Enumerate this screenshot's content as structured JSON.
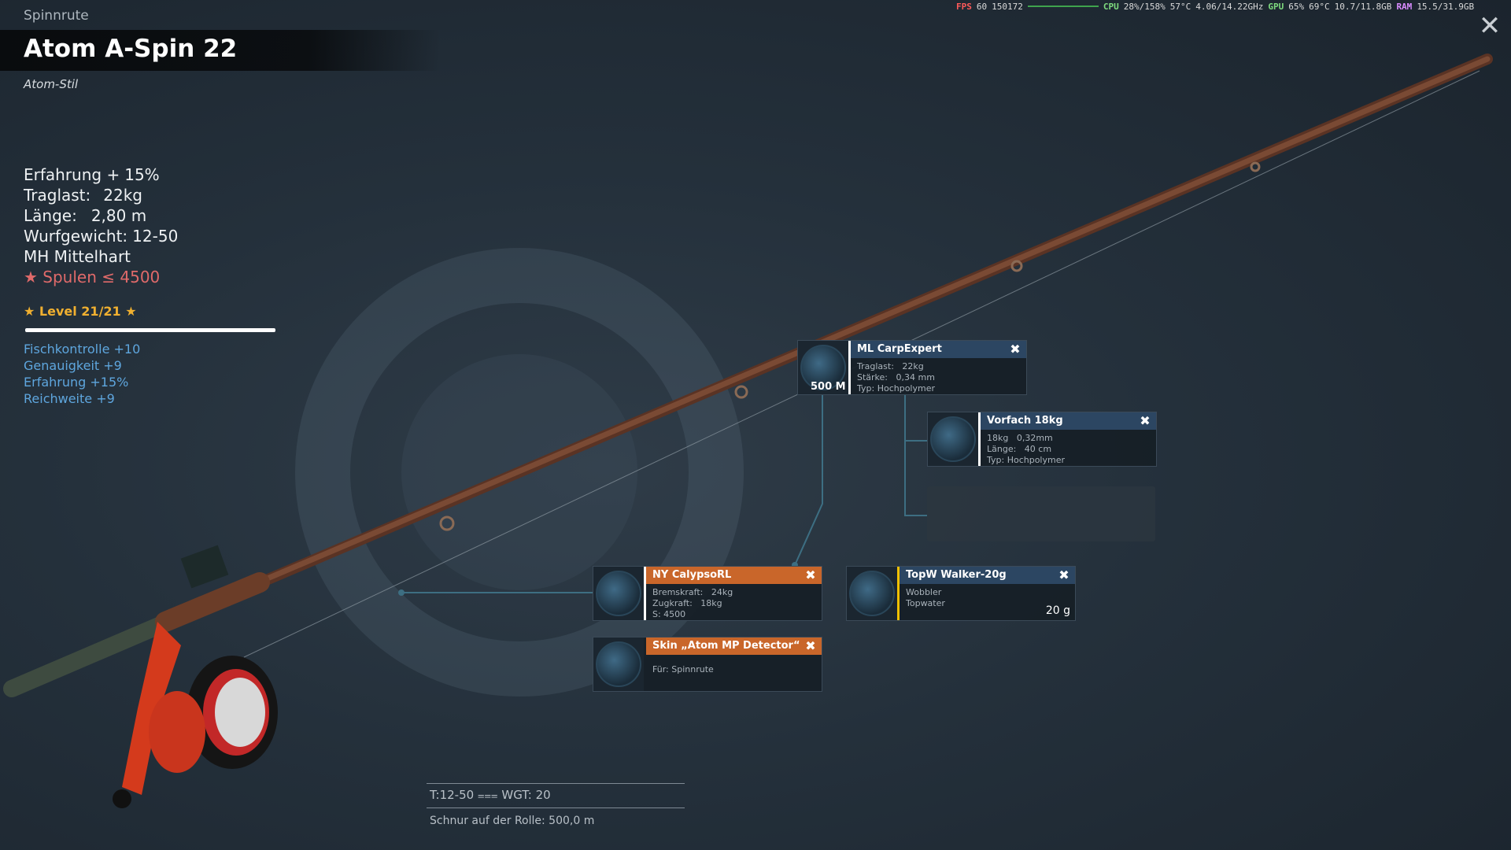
{
  "header": {
    "category": "Spinnrute",
    "title": "Atom A-Spin 22",
    "subtitle": "Atom-Stil",
    "close_icon": "close-icon"
  },
  "perf_overlay": {
    "fps_label": "FPS",
    "fps": "60",
    "frametime": "150172",
    "cpu_label": "CPU",
    "cpu": "28%/158%",
    "cpu_temp": "57°C",
    "cpu_clock": "4.06/14.22GHz",
    "gpu_label": "GPU",
    "gpu": "65%",
    "gpu_temp": "69°C",
    "vram": "10.7/11.8GB",
    "ram_label": "RAM",
    "ram": "15.5/31.9GB"
  },
  "stats": {
    "experience_label": "Erfahrung +",
    "experience_value": "15%",
    "load_label": "Traglast:",
    "load_value": "22kg",
    "length_label": "Länge:",
    "length_value": "2,80 m",
    "cast_label": "Wurfgewicht:",
    "cast_value": "12-50",
    "action": "MH Mittelhart",
    "spool_restriction": "★ Spulen ≤ 4500"
  },
  "level": {
    "label": "★ Level 21/21 ★",
    "progress": 1.0
  },
  "bonuses": [
    "Fischkontrolle +10",
    "Genauigkeit +9",
    "Erfahrung +15%",
    "Reichweite +9"
  ],
  "slots": {
    "line": {
      "name": "ML CarpExpert",
      "details": "Traglast:   22kg\nStärke:   0,34 mm\nTyp: Hochpolymer",
      "quantity": "500 M",
      "icon": "line-spool-icon"
    },
    "leader": {
      "name": "Vorfach 18kg",
      "details": "18kg   0,32mm\nLänge:   40 cm\nTyp: Hochpolymer",
      "icon": "leader-coil-icon"
    },
    "reel": {
      "name": "NY CalypsoRL",
      "details": "Bremskraft:   24kg\nZugkraft:   18kg\nS: 4500",
      "icon": "reel-icon"
    },
    "lure": {
      "name": "TopW Walker-20g",
      "details": "Wobbler\nTopwater",
      "weight": "20 g",
      "icon": "wobbler-lure-icon"
    },
    "skin": {
      "name": "Skin „Atom MP Detector“",
      "details": "Für: Spinnrute",
      "icon": "rod-skin-icon"
    }
  },
  "bottom": {
    "test_weight": "T:12-50  ⩶ WGT: 20",
    "line_on_reel": "Schnur auf der Rolle: 500,0 m"
  },
  "colors": {
    "header_blue": "#2c4662",
    "header_orange": "#c9662a",
    "level_gold": "#f0b030",
    "bonus_blue": "#5ea6de",
    "restriction_red": "#e06a6a"
  }
}
